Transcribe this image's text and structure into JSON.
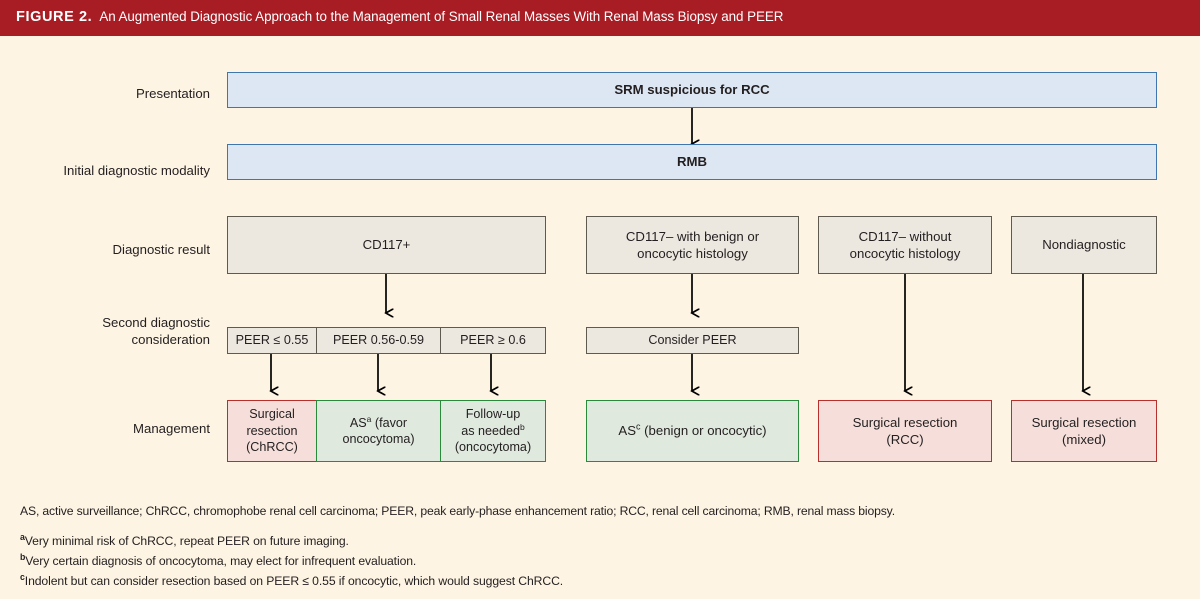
{
  "figure": {
    "label": "FIGURE 2.",
    "title": "An Augmented Diagnostic Approach to the Management of Small Renal Masses With Renal Mass Biopsy and PEER",
    "header_bg": "#a81c24",
    "canvas_bg": "#fdf4e3"
  },
  "rows": [
    {
      "id": "presentation",
      "label": "Presentation"
    },
    {
      "id": "initial-modality",
      "label": "Initial diagnostic modality"
    },
    {
      "id": "diagnostic-result",
      "label": "Diagnostic result"
    },
    {
      "id": "second-consideration",
      "label": "Second diagnostic\nconsideration"
    },
    {
      "id": "management",
      "label": "Management"
    }
  ],
  "row_labels": {
    "presentation": "Presentation",
    "initial_modality": "Initial diagnostic modality",
    "diagnostic_result": "Diagnostic result",
    "second_consideration_line1": "Second diagnostic",
    "second_consideration_line2": "consideration",
    "management": "Management"
  },
  "nodes": {
    "presentation": {
      "text": "SRM suspicious for RCC",
      "style": "blue"
    },
    "initial_modality": {
      "text": "RMB",
      "style": "blue"
    },
    "diagnostic_results": [
      {
        "id": "cd117-positive",
        "text": "CD117+",
        "style": "gray"
      },
      {
        "id": "cd117-negative-benign",
        "line1": "CD117– with benign or",
        "line2": "oncocytic histology",
        "style": "gray"
      },
      {
        "id": "cd117-negative-without",
        "line1": "CD117– without",
        "line2": "oncocytic histology",
        "style": "gray"
      },
      {
        "id": "nondiagnostic",
        "text": "Nondiagnostic",
        "style": "gray"
      }
    ],
    "second_considerations": [
      {
        "id": "peer-low",
        "text": "PEER ≤ 0.55",
        "style": "gray"
      },
      {
        "id": "peer-mid",
        "text": "PEER 0.56-0.59",
        "style": "gray"
      },
      {
        "id": "peer-high",
        "text": "PEER ≥ 0.6",
        "style": "gray"
      },
      {
        "id": "consider-peer",
        "text": "Consider PEER",
        "style": "gray"
      }
    ],
    "management": [
      {
        "id": "surgical-resection-chrcc",
        "line1": "Surgical",
        "line2": "resection",
        "line3": "(ChRCC)",
        "style": "red"
      },
      {
        "id": "as-favor-oncocytoma",
        "line1_pre": "AS",
        "line1_sup": "a",
        "line1_post": " (favor",
        "line2": "oncocytoma)",
        "style": "green"
      },
      {
        "id": "follow-up-as-needed",
        "line1": "Follow-up",
        "line2_pre": "as needed",
        "line2_sup": "b",
        "line3": "(oncocytoma)",
        "style": "green"
      },
      {
        "id": "as-benign-or-oncocytic",
        "text_pre": "AS",
        "text_sup": "c",
        "text_post": " (benign or oncocytic)",
        "style": "green"
      },
      {
        "id": "surgical-resection-rcc",
        "line1": "Surgical resection",
        "line2": "(RCC)",
        "style": "red"
      },
      {
        "id": "surgical-resection-mixed",
        "line1": "Surgical resection",
        "line2": "(mixed)",
        "style": "red"
      }
    ]
  },
  "footnotes": {
    "abbreviations": "AS, active surveillance; ChRCC, chromophobe renal cell carcinoma; PEER, peak early-phase enhancement ratio; RCC, renal cell carcinoma; RMB, renal mass biopsy.",
    "items": [
      {
        "mark": "a",
        "text": "Very minimal risk of ChRCC, repeat PEER on future imaging."
      },
      {
        "mark": "b",
        "text": "Very certain diagnosis of oncocytoma, may elect for infrequent evaluation."
      },
      {
        "mark": "c",
        "text": "Indolent but can consider resection based on PEER ≤ 0.55 if oncocytic, which would suggest ChRCC."
      }
    ]
  },
  "colors": {
    "header_red": "#a81c24",
    "background_cream": "#fdf4e3",
    "blue_fill": "#dde6f3",
    "blue_border": "#3f76ad",
    "gray_fill": "#ece7df",
    "gray_border": "#5f5a50",
    "green_fill": "#dfe9de",
    "green_border": "#2a8a3c",
    "red_fill": "#f6dfda",
    "red_border": "#b8302c",
    "arrow": "#000000"
  }
}
